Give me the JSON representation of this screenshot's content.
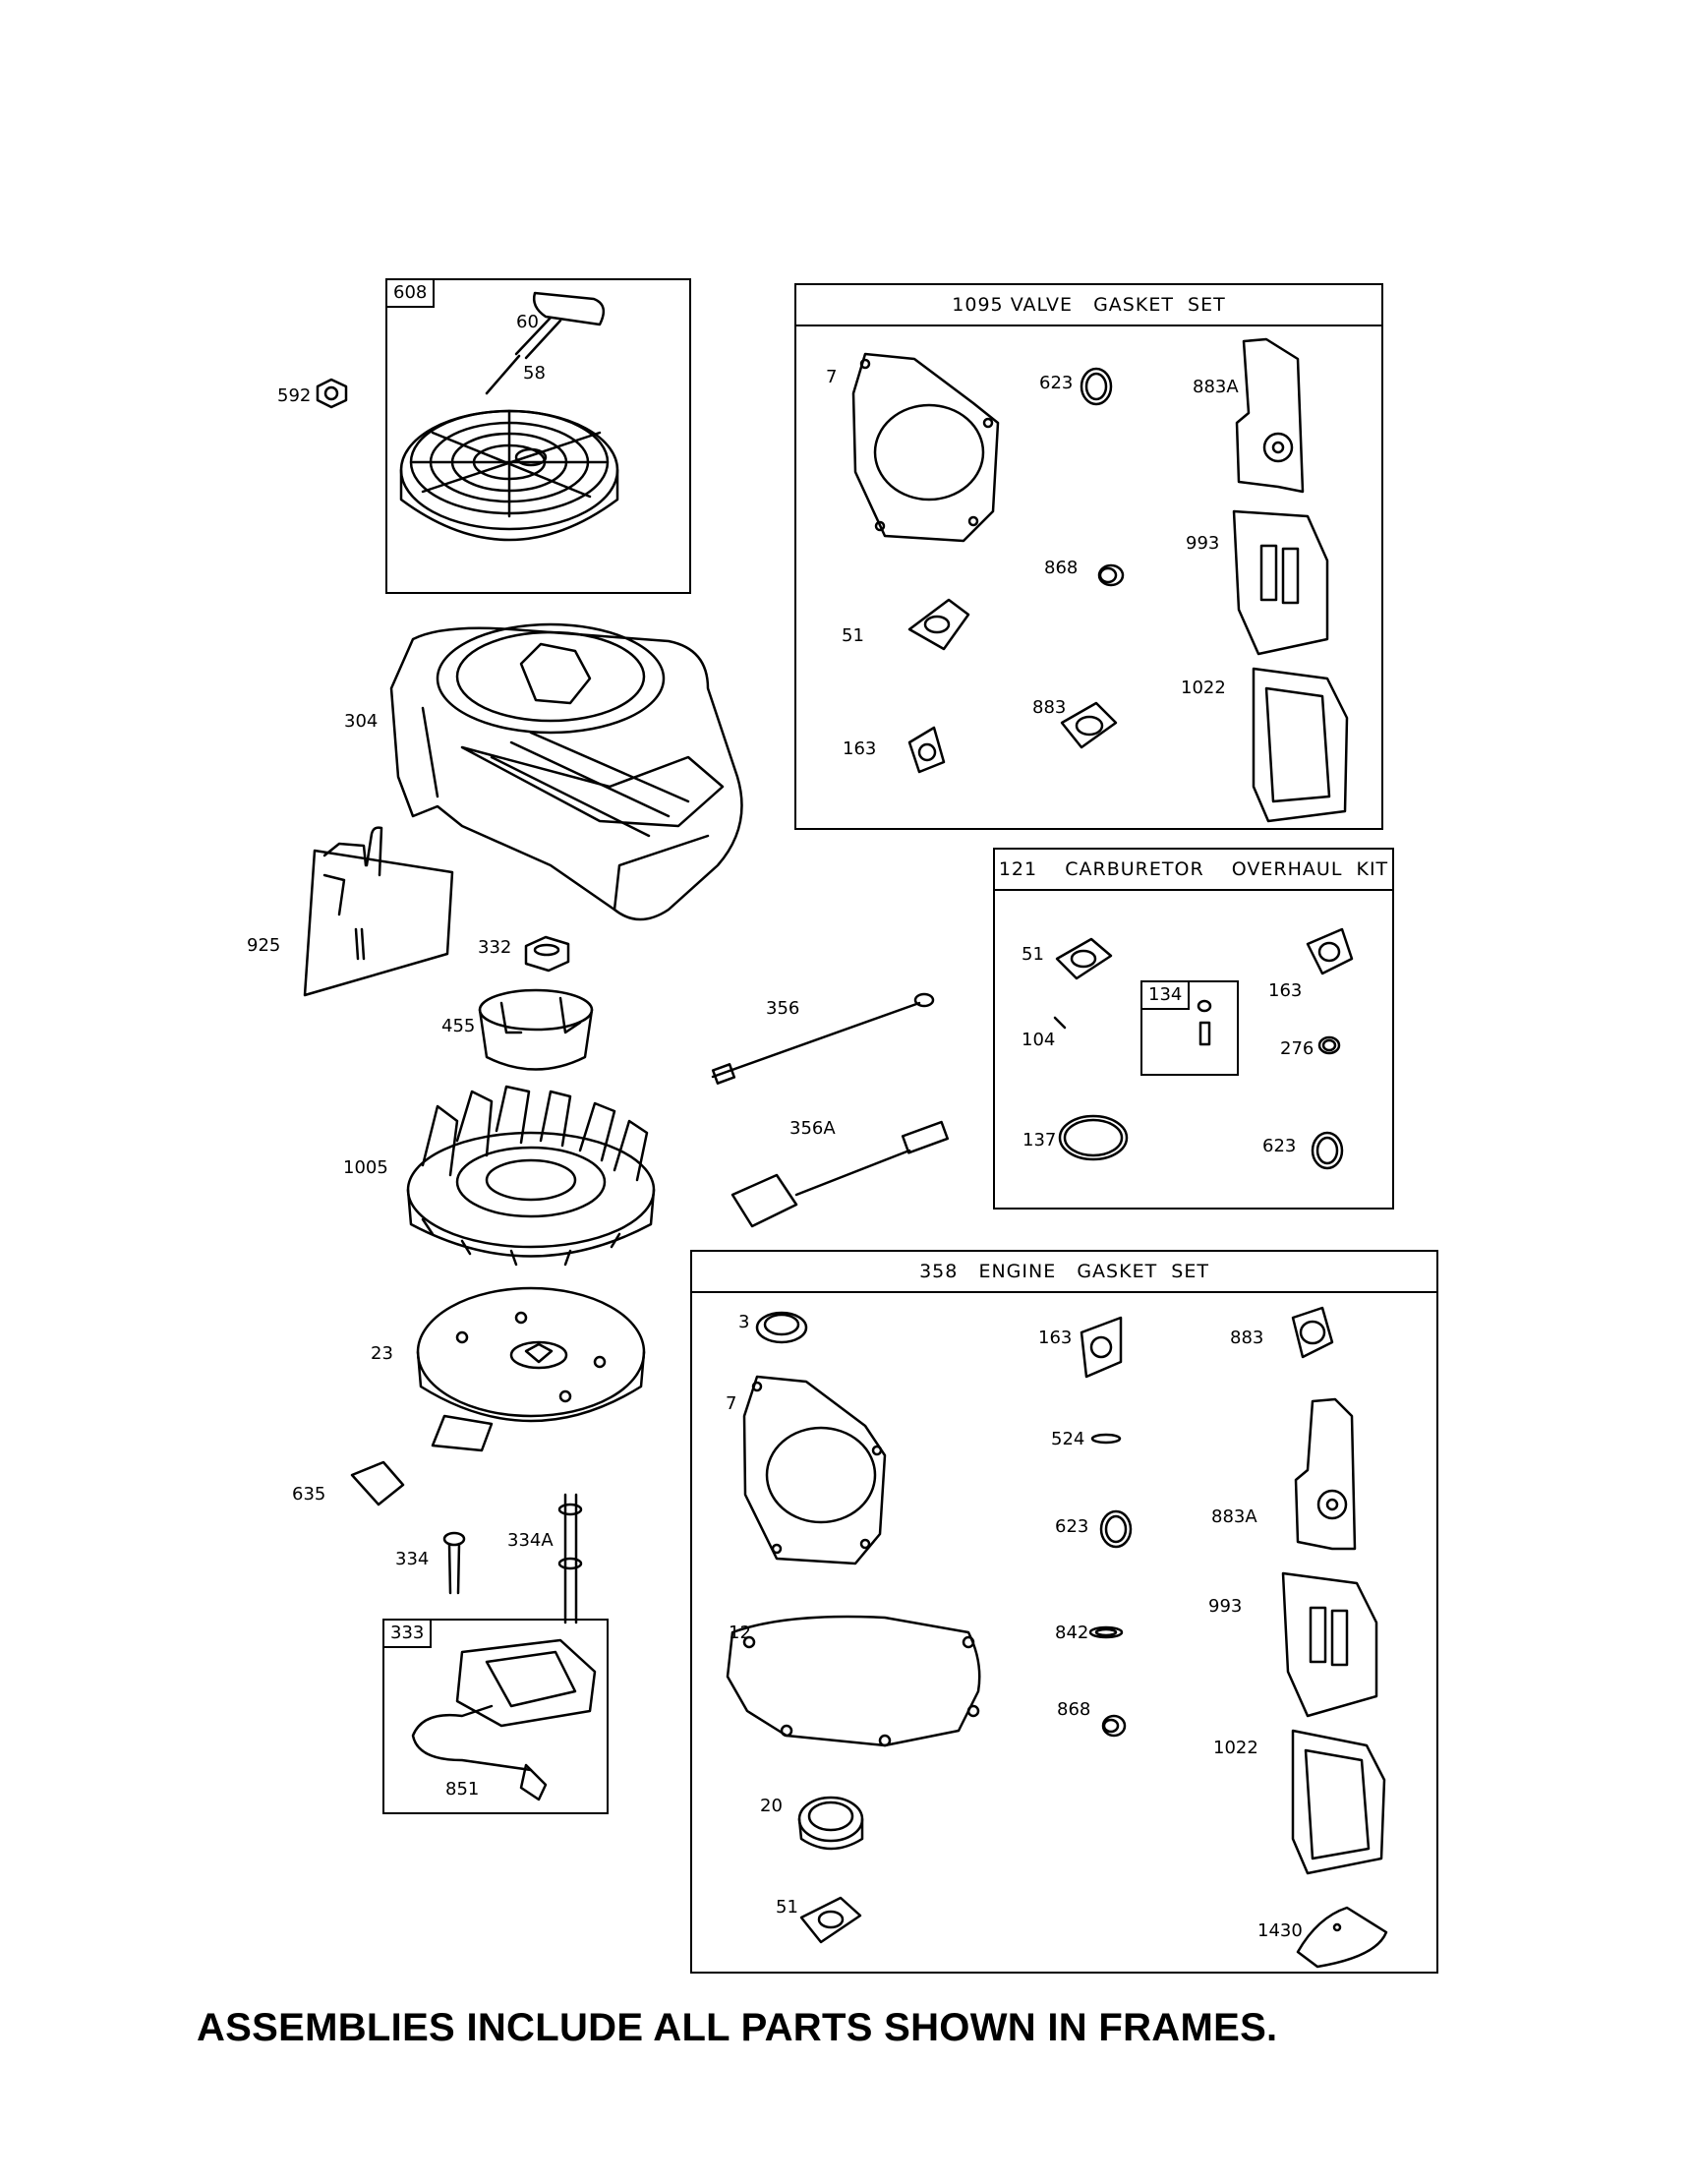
{
  "frames": {
    "recoil": {
      "id": "608"
    },
    "valve_gasket": {
      "title": "1095 VALVE   GASKET  SET"
    },
    "carb_kit": {
      "title": "121    CARBURETOR    OVERHAUL  KIT",
      "inner_id": "134"
    },
    "engine_gasket": {
      "title": "358   ENGINE   GASKET  SET"
    },
    "ignition": {
      "id": "333"
    }
  },
  "labels": {
    "p592": "592",
    "p60": "60",
    "p58": "58",
    "p304": "304",
    "p925": "925",
    "p332": "332",
    "p455": "455",
    "p1005": "1005",
    "p23": "23",
    "p635": "635",
    "p334": "334",
    "p334a": "334A",
    "p851": "851",
    "p356": "356",
    "p356a": "356A",
    "v7": "7",
    "v623": "623",
    "v883a": "883A",
    "v868": "868",
    "v993": "993",
    "v51": "51",
    "v883": "883",
    "v1022": "1022",
    "v163": "163",
    "c51": "51",
    "c163": "163",
    "c104": "104",
    "c276": "276",
    "c137": "137",
    "c623": "623",
    "e3": "3",
    "e163": "163",
    "e883": "883",
    "e7": "7",
    "e524": "524",
    "e623": "623",
    "e883a": "883A",
    "e12": "12",
    "e842": "842",
    "e993": "993",
    "e868": "868",
    "e1022": "1022",
    "e20": "20",
    "e51": "51",
    "e1430": "1430"
  },
  "footer": "ASSEMBLIES INCLUDE ALL PARTS SHOWN IN FRAMES."
}
